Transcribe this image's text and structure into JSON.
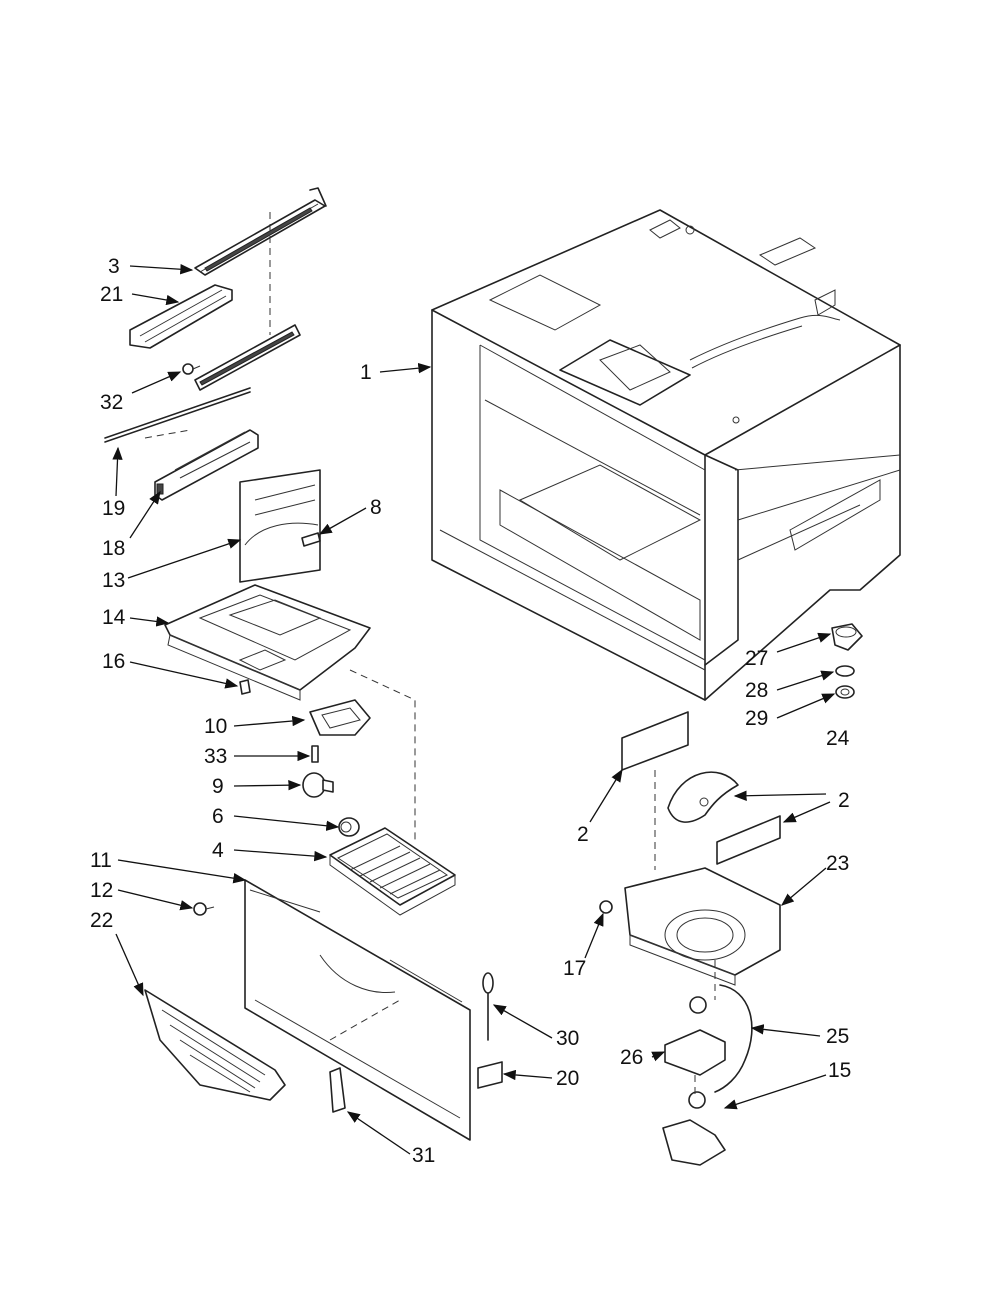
{
  "callouts": {
    "p1": "1",
    "p2a": "2",
    "p2b": "2",
    "p3": "3",
    "p4": "4",
    "p6": "6",
    "p8": "8",
    "p9": "9",
    "p10": "10",
    "p11": "11",
    "p12": "12",
    "p13": "13",
    "p14": "14",
    "p15": "15",
    "p16": "16",
    "p17": "17",
    "p18": "18",
    "p19": "19",
    "p20": "20",
    "p21": "21",
    "p22": "22",
    "p23": "23",
    "p24": "24",
    "p25": "25",
    "p26": "26",
    "p27": "27",
    "p28": "28",
    "p29": "29",
    "p30": "30",
    "p31": "31",
    "p32": "32",
    "p33": "33"
  }
}
